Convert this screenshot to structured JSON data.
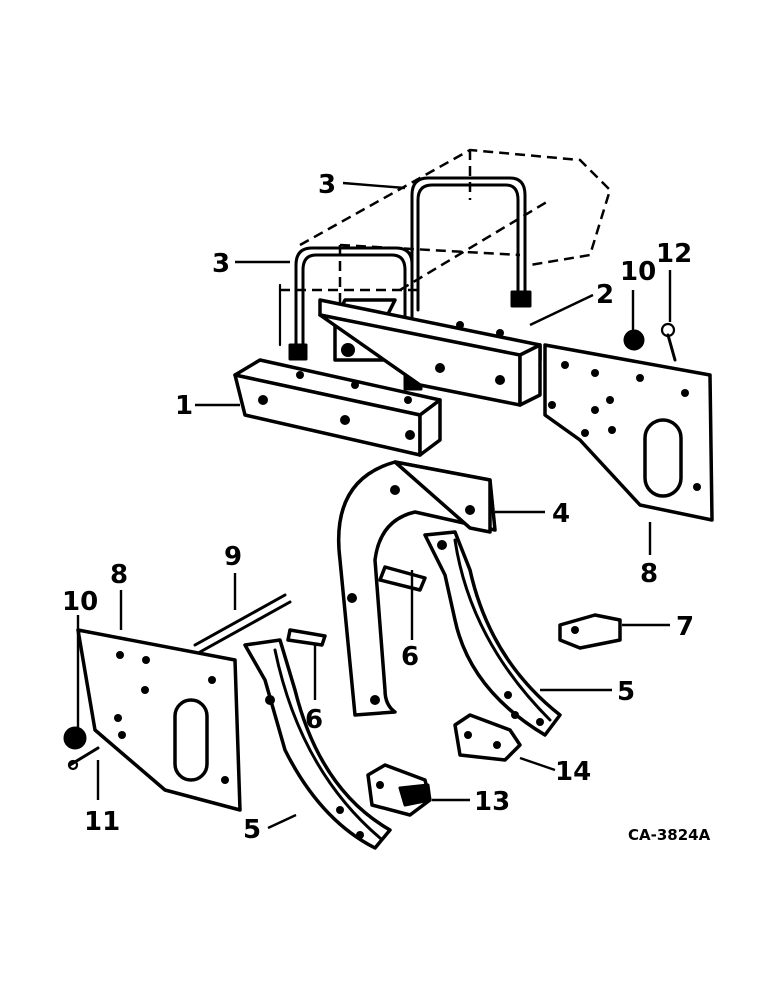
{
  "callouts": {
    "c1": "1",
    "c2": "2",
    "c3a": "3",
    "c3b": "3",
    "c4": "4",
    "c5a": "5",
    "c5b": "5",
    "c6a": "6",
    "c6b": "6",
    "c7": "7",
    "c8a": "8",
    "c8b": "8",
    "c9": "9",
    "c10a": "10",
    "c10b": "10",
    "c11": "11",
    "c12": "12",
    "c13": "13",
    "c14": "14"
  },
  "figure_code": "CA-3824A"
}
